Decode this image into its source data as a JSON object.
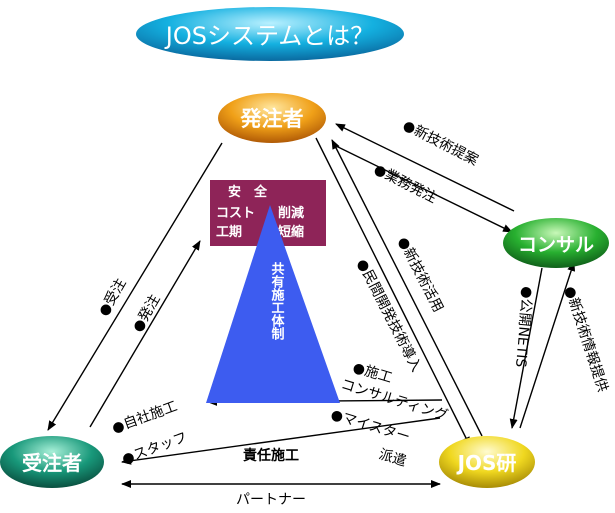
{
  "title": "JOSシステムとは？",
  "nodes": {
    "client": "発注者",
    "consultant": "コンサル",
    "contractor": "受注者",
    "jos": "JOS研"
  },
  "box_items": {
    "line1": "安　全",
    "line2a": "コスト",
    "line2b": "削減",
    "line3a": "工期",
    "line3b": "短縮"
  },
  "pyramid_label": "共有施工体制",
  "relations": {
    "tech_proposal": "●新技術提案",
    "business_order": "●業務発注",
    "new_tech_use": "●新技術活用",
    "private_tech": "●民間開発技術導入",
    "public_netis": "●公開NETIS",
    "new_tech_info": "●新技術情報提供",
    "bid": "●受注",
    "order": "●発注",
    "own_construction": "●自社施工",
    "staff": "●スタッフ",
    "construction": "●施工",
    "consulting": "コンサルティング",
    "meister": "●マイスター",
    "dispatch": "派遣",
    "responsible": "責任施工",
    "partner": "パートナー"
  },
  "colors": {
    "title_ellipse": "#0aa0d8",
    "client_ellipse": "#e08a10",
    "consultant_ellipse": "#1c9a2c",
    "contractor_ellipse": "#127a62",
    "jos_ellipse": "#e8c810",
    "goal_box": "#8e2458",
    "pyramid": "#3d5cf0"
  }
}
